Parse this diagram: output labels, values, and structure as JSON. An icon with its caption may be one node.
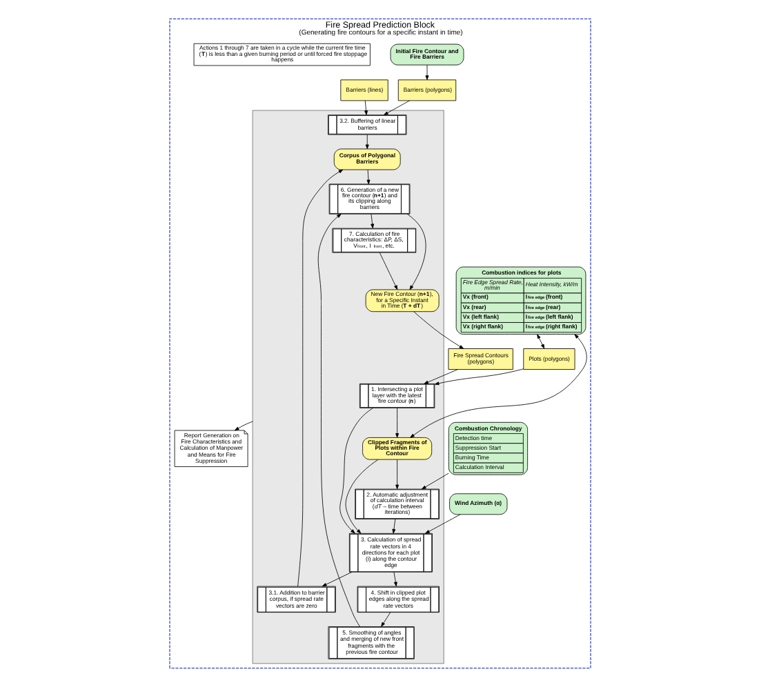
{
  "diagram": {
    "nodes": [
      {
        "text": [
          "Fire Spread Prediction Block",
          "(Generating fire contours for a specific instant in time)"
        ]
      },
      {
        "text": [
          "Initial Fire Contour and Fire Barriers"
        ],
        "in": 0
      },
      {
        "text": [
          "Combustion indices for plots",
          "Fire Edge Spread Rate, m/min",
          "Heat Intensity, kW/m",
          "Vx (front)",
          "I$_{fire edge}$ (front)",
          "Vx (rear)",
          "I$_{fire edge}$ (rear)",
          "Vx (left flank)",
          "I$_{fire edge}$ (left flank)",
          "Vx (right flank)",
          "I$_{fire edge}$ (right flank)"
        ],
        "in": 0
      },
      {
        "text": [
          "Wind Azimuth (α)"
        ],
        "in": 0
      },
      {
        "text": [
          "Combustion Chronology",
          "Detection time",
          "Suppression Start",
          "Burning Time",
          "Calculation Interval"
        ],
        "in": 0
      },
      {
        "text": [
          "Barriers (polygons)"
        ],
        "in": 0
      },
      {
        "text": [
          "Barriers (lines)"
        ],
        "in": 0
      },
      {
        "text": [
          "Plots (polygons)"
        ],
        "in": 0
      },
      {
        "text": [
          "Fire Spread Contours (polygons)"
        ],
        "in": 0
      },
      {
        "text": [],
        "shape": "box",
        "in": 0
      },
      {
        "text": [
          "1. Intersecting a plot layer with the latest fire contour (**n**)"
        ],
        "in": 9
      },
      {
        "text": [
          "Clipped Fragments of Plots within Fire Contour"
        ],
        "in": 9
      },
      {
        "text": [
          "2. Automatic adjustment of calculation interval (*dT* – time between iterations)"
        ],
        "in": 9
      },
      {
        "text": [
          "3.2. Buffering of linear barriers"
        ],
        "in": 9
      },
      {
        "text": [
          "3.1. Addition to barrier corpus, if spread rate vectors are zero"
        ],
        "in": 9
      },
      {
        "text": [
          "3. Calculation of spread rate vectors in 4 directions for each plot (i) along the contour edge"
        ],
        "in": 9
      },
      {
        "text": [
          "Corpus of Polygonal Barriers"
        ],
        "in": 9
      },
      {
        "text": [
          "6. Generation of a new fire contour (**n+1**) and its clipping along barriers"
        ],
        "in": 9
      },
      {
        "text": [
          "5. Smoothing of angles and merging of new front fragments with the previous fire contour"
        ],
        "in": 9
      },
      {
        "text": [
          "4. Shift in clipped plot edges along the spread rate vectors"
        ],
        "in": 9
      },
      {
        "text": [
          "New Fire Contour (**n+1**), for a Specific Instant in Time (**T + dT**)"
        ],
        "in": 9
      },
      {
        "text": [
          "7. Calculation of fire characteristics: ΔP, ΔS, V$_{front}$, I $_{front}$, etc."
        ],
        "in": 9
      },
      {
        "text": [
          "Report Generation on Fire Characteristics and Calculation of Manpower and Means for Fire Suppression"
        ],
        "in": 0
      },
      {
        "text": [
          "Actions 1 through 7 are taken in a cycle while the current fire time (**T**) is less than a given burning period or until forced fire stoppage happens"
        ],
        "in": 0
      }
    ],
    "edges": [
      {
        "from": 1,
        "to": 5,
        "arrow": "to"
      },
      {
        "from": 2,
        "to": 7,
        "arrow": "both"
      },
      {
        "from": 7,
        "to": 10,
        "arrow": "to"
      },
      {
        "from": 8,
        "to": 10,
        "arrow": "to"
      },
      {
        "from": 10,
        "to": 11,
        "arrow": "to"
      },
      {
        "from": 2,
        "to": 11,
        "arrow": "both"
      },
      {
        "from": 11,
        "to": 12,
        "arrow": "to"
      },
      {
        "from": 4,
        "to": 12,
        "arrow": "to"
      },
      {
        "from": 10,
        "to": 15,
        "arrow": "to"
      },
      {
        "from": 11,
        "to": 15,
        "arrow": "to"
      },
      {
        "from": 3,
        "to": 15,
        "arrow": "to"
      },
      {
        "from": 12,
        "to": 15,
        "arrow": "to"
      },
      {
        "from": 5,
        "to": 13,
        "arrow": "to"
      },
      {
        "from": 6,
        "to": 13,
        "arrow": "to"
      },
      {
        "from": 15,
        "to": 14,
        "arrow": "to"
      },
      {
        "from": 15,
        "to": 19,
        "arrow": "to"
      },
      {
        "from": 13,
        "to": 16,
        "arrow": "to"
      },
      {
        "from": 14,
        "to": 16,
        "arrow": "to"
      },
      {
        "from": 19,
        "to": 18,
        "arrow": "to"
      },
      {
        "from": 18,
        "to": 17,
        "arrow": "to"
      },
      {
        "from": 16,
        "to": 17,
        "arrow": "to"
      },
      {
        "from": 17,
        "to": 20,
        "arrow": "to"
      },
      {
        "from": 17,
        "to": 21,
        "arrow": "to"
      },
      {
        "from": 21,
        "to": 20,
        "arrow": "to"
      },
      {
        "from": 20,
        "to": 8,
        "arrow": "to"
      },
      {
        "from": 9,
        "to": 22,
        "arrow": "to"
      }
    ]
  }
}
